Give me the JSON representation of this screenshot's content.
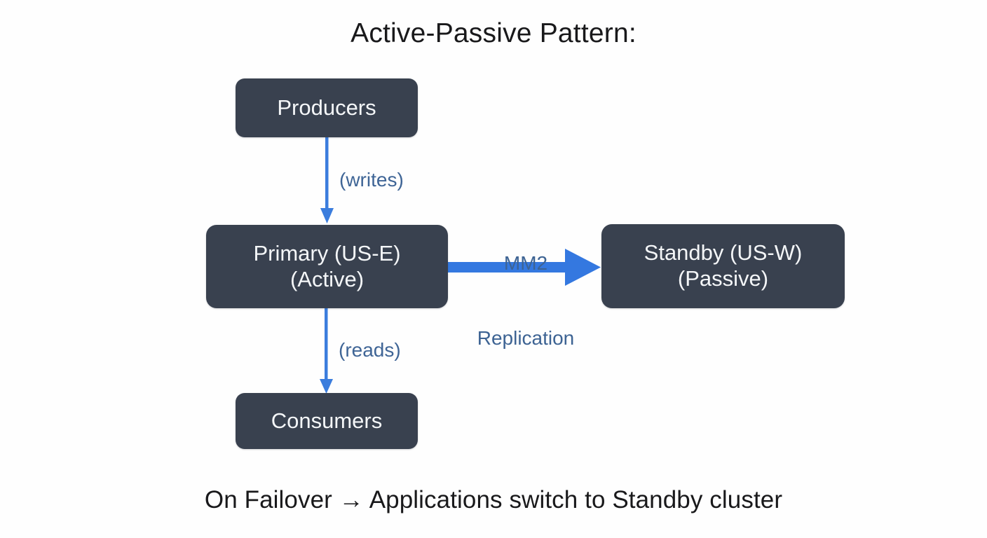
{
  "page": {
    "title": "Active-Passive Pattern:",
    "background_color": "#fefefe",
    "text_color": "#19191b"
  },
  "theme": {
    "node_fill": "#39414f",
    "node_text": "#f4f6f8",
    "arrow_blue": "#3b7ddd",
    "thick_arrow_blue": "#3478e0",
    "label_blue": "#3f6596"
  },
  "nodes": {
    "producers": {
      "label": "Producers",
      "lines": [
        "Producers"
      ]
    },
    "primary": {
      "label": "Primary (US-E) (Active)",
      "lines": [
        "Primary (US-E)",
        "(Active)"
      ]
    },
    "standby": {
      "label": "Standby (US-W) (Passive)",
      "lines": [
        "Standby (US-W)",
        "(Passive)"
      ]
    },
    "consumers": {
      "label": "Consumers",
      "lines": [
        "Consumers"
      ]
    }
  },
  "edges": {
    "writes": {
      "label": "(writes)",
      "from": "producers",
      "to": "primary",
      "direction": "down"
    },
    "reads": {
      "label": "(reads)",
      "from": "primary",
      "to": "consumers",
      "direction": "down"
    },
    "replication": {
      "label": "MM2 Replication",
      "lines": [
        "MM2",
        "Replication"
      ],
      "from": "primary",
      "to": "standby",
      "direction": "right"
    }
  },
  "caption": {
    "text": "On Failover → Applications switch to Standby cluster"
  }
}
